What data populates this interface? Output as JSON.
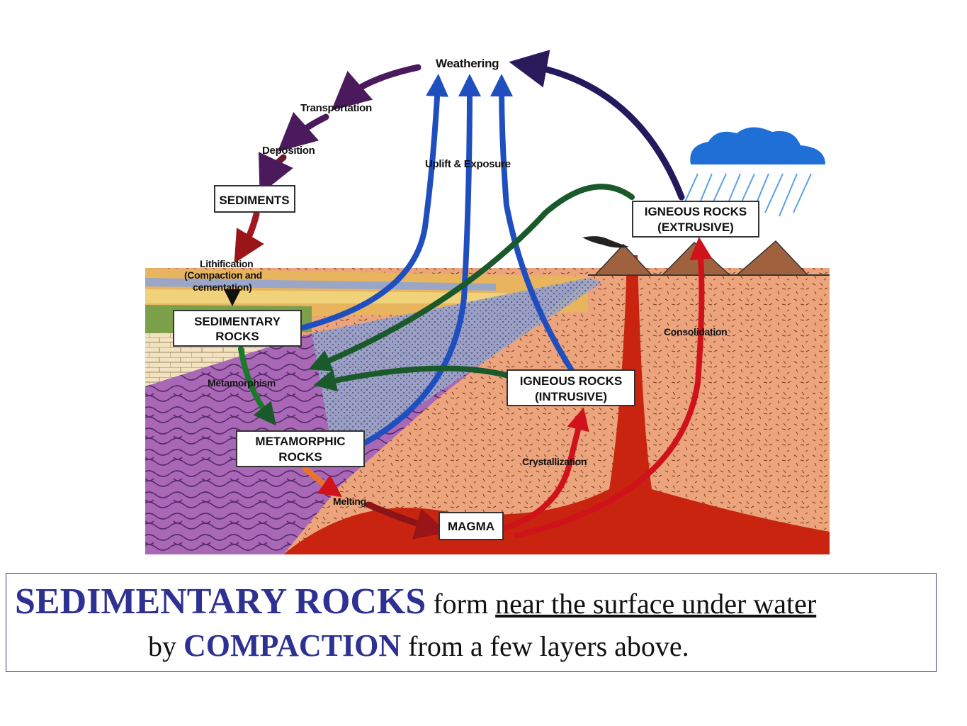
{
  "diagram": {
    "labels": {
      "weathering": "Weathering",
      "transportation": "Transportation",
      "deposition": "Deposition",
      "uplift": "Uplift & Exposure",
      "lithification_1": "Lithification",
      "lithification_2": "(Compaction and",
      "lithification_3": "cementation)",
      "metamorphism": "Metamorphism",
      "melting": "Melting",
      "crystallization": "Crystallization",
      "consolidation": "Consolidation"
    },
    "boxes": {
      "sediments": "SEDIMENTS",
      "sedimentary_1": "SEDIMENTARY",
      "sedimentary_2": "ROCKS",
      "metamorphic_1": "METAMORPHIC",
      "metamorphic_2": "ROCKS",
      "magma": "MAGMA",
      "igneous_int_1": "IGNEOUS ROCKS",
      "igneous_int_2": "(INTRUSIVE)",
      "igneous_ext_1": "IGNEOUS ROCKS",
      "igneous_ext_2": "(EXTRUSIVE)"
    },
    "colors": {
      "weathering_arrows": "#4a1a5c",
      "uplift_arrows": "#1f4fbf",
      "metamorphism_arrows": "#1a5a2a",
      "magma_arrows": "#d0121b",
      "igneous_rock": "#e8a27a",
      "metamorphic_rock": "#a86bb8",
      "magma": "#c8240f"
    }
  },
  "caption": {
    "line1_strong": "SEDIMENTARY ROCKS",
    "line1_text": "form",
    "line1_underlined": "near the surface under water",
    "line2_text_before": "by",
    "line2_strong": "COMPACTION",
    "line2_text_after": "from a few layers above."
  }
}
